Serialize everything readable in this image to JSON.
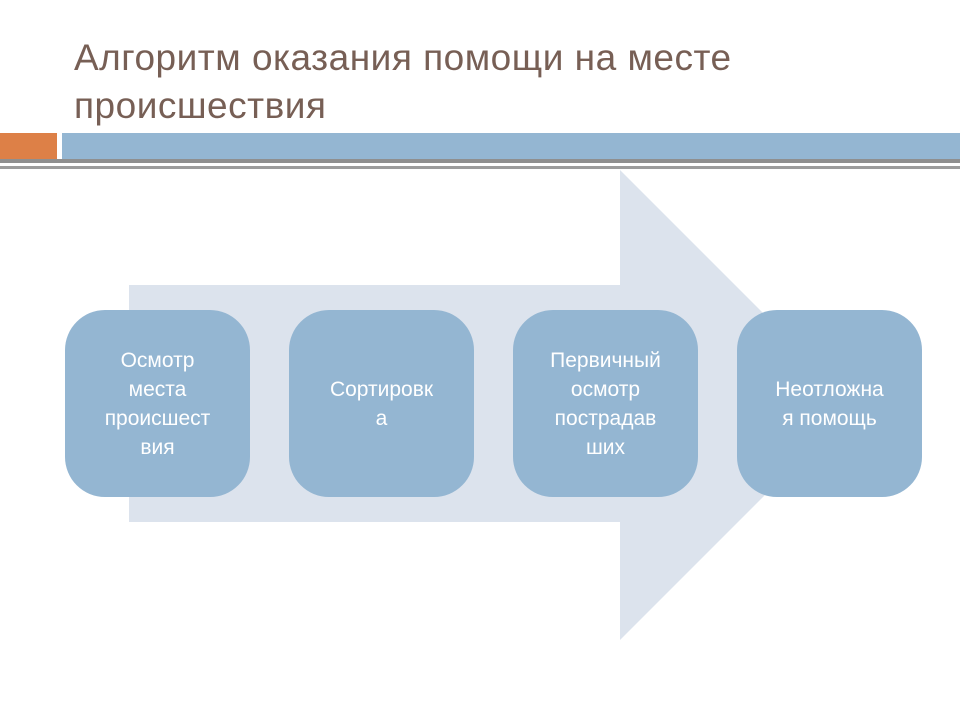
{
  "slide": {
    "title": "Алгоритм оказания помощи на месте\nпроисшествия"
  },
  "colors": {
    "title_text": "#775f55",
    "bar_orange": "#dd8047",
    "bar_blue": "#94b6d2",
    "divider_gray_1": "#8f8f8f",
    "divider_gray_2": "#9c9c9c",
    "arrow_fill": "#dce3ed",
    "step_fill": "#94b6d2",
    "step_text": "#ffffff"
  },
  "diagram": {
    "type": "process-arrow",
    "direction": "right",
    "steps": [
      {
        "label": "Осмотр места происшествия",
        "display": "Осмотр\nместа\nпроисшест\nвия"
      },
      {
        "label": "Сортировка",
        "display": "Сортировк\nа"
      },
      {
        "label": "Первичный осмотр пострадавших",
        "display": "Первичный\nосмотр\nпострадав\nших"
      },
      {
        "label": "Неотложная помощь",
        "display": "Неотложна\nя помощь"
      }
    ]
  }
}
